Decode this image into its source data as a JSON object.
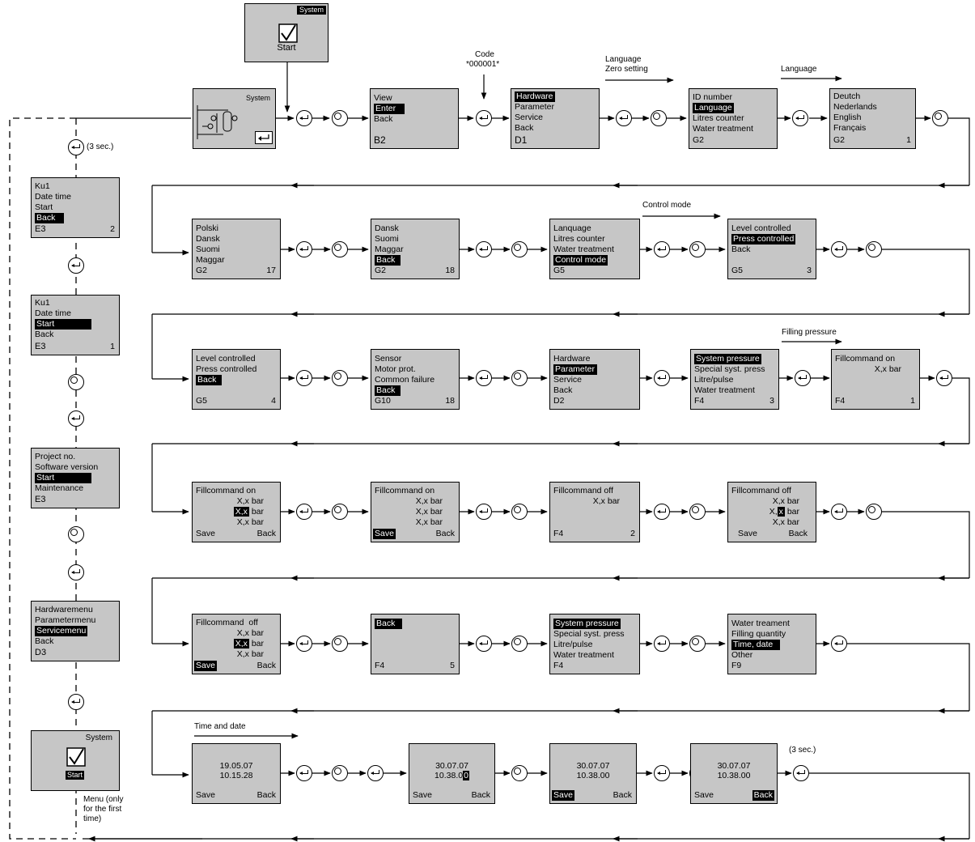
{
  "start_box": {
    "tag": "System",
    "label": "Start"
  },
  "system_box": {
    "tag": "System"
  },
  "notes": {
    "code": "Code",
    "code_value": "*000001*",
    "lang_zero_1": "Language",
    "lang_zero_2": "Zero setting",
    "language": "Language",
    "control_mode": "Control mode",
    "filling_pressure": "Filling pressure",
    "time_and_date": "Time and date",
    "three_sec_left": "(3 sec.)",
    "three_sec_bottom": "(3 sec.)",
    "menu_note_1": "Menu (only",
    "menu_note_2": "for the first",
    "menu_note_3": "time)"
  },
  "screens": {
    "b2": {
      "lines": [
        "View",
        "Enter",
        "Back"
      ],
      "footer": "B2"
    },
    "d1": {
      "lines": [
        "Hardware",
        "Parameter",
        "Service",
        "Back"
      ],
      "footer": "D1"
    },
    "g2a": {
      "lines": [
        "ID number",
        "Language",
        "Litres counter",
        "Water treatment"
      ],
      "footer": "G2"
    },
    "g2b": {
      "lines": [
        "Deutch",
        "Nederlands",
        "English",
        "Français"
      ],
      "footer": "G2",
      "page": "1"
    },
    "g2c": {
      "lines": [
        "Polski",
        "Dansk",
        "Suomi",
        "Maggar"
      ],
      "footer": "G2",
      "page": "17"
    },
    "g2d": {
      "lines": [
        "Dansk",
        "Suomi",
        "Maggar",
        "Back"
      ],
      "footer": "G2",
      "page": "18"
    },
    "g5a": {
      "lines": [
        "Lanquage",
        "Litres counter",
        "Water treatment",
        "Control mode"
      ],
      "footer": "G5"
    },
    "g5b": {
      "lines": [
        "Level controlled",
        "Press controlled",
        "Back"
      ],
      "footer": "G5",
      "page": "3"
    },
    "g5c": {
      "lines": [
        "Level controlled",
        "Press controlled",
        "Back"
      ],
      "footer": "G5",
      "page": "4"
    },
    "g10": {
      "lines": [
        "Sensor",
        "Motor prot.",
        "Common failure",
        "Back"
      ],
      "footer": "G10",
      "page": "18"
    },
    "d2": {
      "lines": [
        "Hardware",
        "Parameter",
        "Service",
        "Back"
      ],
      "footer": "D2"
    },
    "f4a": {
      "lines": [
        "System pressure",
        "Special syst. press",
        "Litre/pulse",
        "Water treatment"
      ],
      "footer": "F4",
      "page": "3"
    },
    "f4b": {
      "title": "Fillcommand on",
      "value": "X,x bar",
      "footer": "F4",
      "page": "1"
    },
    "fc1": {
      "title": "Fillcommand on",
      "v1": "X,x bar",
      "v2": "X,x bar",
      "v3": "X,x bar",
      "save": "Save",
      "back": "Back"
    },
    "fc2": {
      "title": "Fillcommand on",
      "v1": "X,x bar",
      "v2": "X,x bar",
      "v3": "X,x bar",
      "save": "Save",
      "back": "Back"
    },
    "fc3": {
      "title": "Fillcommand off",
      "value": "X,x bar",
      "footer": "F4",
      "page": "2"
    },
    "fc4": {
      "title": "Fillcommand off",
      "v1": "X,x bar",
      "v2": "X,x bar",
      "v3": "X,x bar",
      "save": "Save",
      "back": "Back"
    },
    "fc5": {
      "title": "Fillcommand  off",
      "v1": "X,x bar",
      "v2": "X,x bar",
      "v3": "X,x bar",
      "save": "Save",
      "back": "Back"
    },
    "f4c": {
      "lines": [
        "Back"
      ],
      "footer": "F4",
      "page": "5"
    },
    "f4d": {
      "lines": [
        "System pressure",
        "Special syst. press",
        "Litre/pulse",
        "Water treatment"
      ],
      "footer": "F4"
    },
    "f9": {
      "lines": [
        "Water treament",
        "Filling quantity",
        "Time, date",
        "Other"
      ],
      "footer": "F9"
    },
    "t1": {
      "date": "19.05.07",
      "time": "10.15.28",
      "save": "Save",
      "back": "Back"
    },
    "t2": {
      "date": "30.07.07",
      "time_a": "10.38.0",
      "time_b": "0",
      "save": "Save",
      "back": "Back"
    },
    "t3": {
      "date": "30.07.07",
      "time": "10.38.00",
      "save": "Save",
      "back": "Back"
    },
    "t4": {
      "date": "30.07.07",
      "time": "10.38.00",
      "save": "Save",
      "back": "Back"
    },
    "e3a": {
      "lines": [
        "Ku1",
        "Date time",
        "Start",
        "Back"
      ],
      "footer": "E3",
      "page": "2"
    },
    "e3b": {
      "lines": [
        "Ku1",
        "Date time",
        "Start",
        "Back"
      ],
      "footer": "E3",
      "page": "1"
    },
    "e3c": {
      "lines": [
        "Project no.",
        "Software version",
        "Start",
        "Maintenance"
      ],
      "footer": "E3"
    },
    "d3": {
      "lines": [
        "Hardwaremenu",
        "Parametermenu",
        "Servicemenu",
        "Back"
      ],
      "footer": "D3"
    },
    "sys2": {
      "tag": "System",
      "label": "Start"
    }
  }
}
